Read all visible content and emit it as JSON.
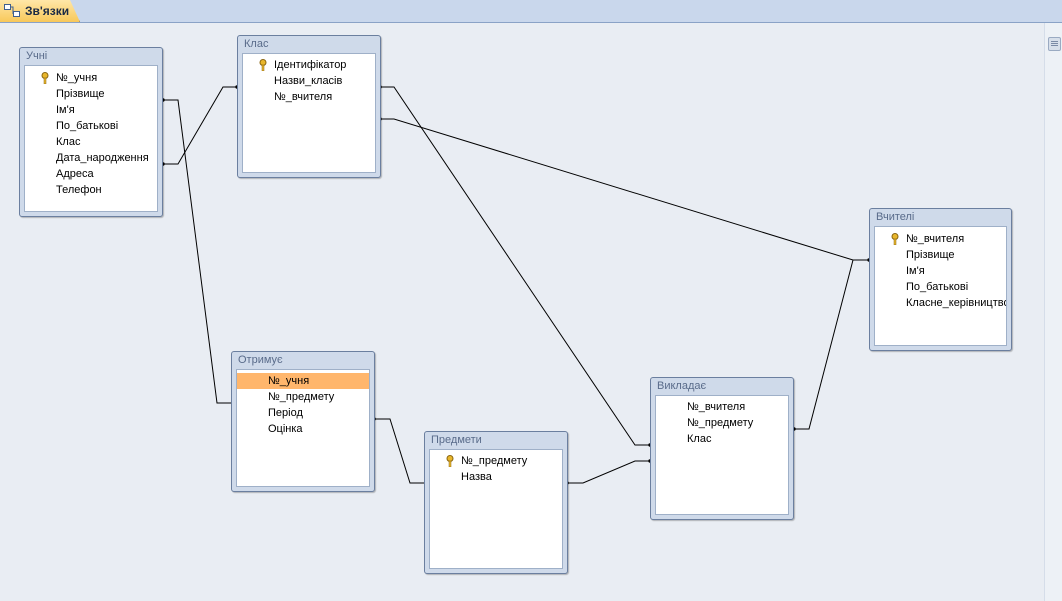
{
  "tab": {
    "label": "Зв'язки",
    "icon": "relationships-icon"
  },
  "tables": {
    "uchni": {
      "title": "Учні",
      "fields": [
        {
          "label": "№_учня",
          "key": true
        },
        {
          "label": "Прізвище"
        },
        {
          "label": "Ім'я"
        },
        {
          "label": "По_батькові"
        },
        {
          "label": "Клас"
        },
        {
          "label": "Дата_народження"
        },
        {
          "label": "Адреса"
        },
        {
          "label": "Телефон"
        }
      ]
    },
    "klas": {
      "title": "Клас",
      "fields": [
        {
          "label": "Ідентифікатор",
          "key": true
        },
        {
          "label": "Назви_класів"
        },
        {
          "label": "№_вчителя"
        }
      ]
    },
    "vchyteli": {
      "title": "Вчителі",
      "fields": [
        {
          "label": "№_вчителя",
          "key": true
        },
        {
          "label": "Прізвище"
        },
        {
          "label": "Ім'я"
        },
        {
          "label": "По_батькові"
        },
        {
          "label": "Класне_керівництво"
        }
      ]
    },
    "otrymuie": {
      "title": "Отримує",
      "fields": [
        {
          "label": "№_учня",
          "selected": true
        },
        {
          "label": "№_предмету"
        },
        {
          "label": "Період"
        },
        {
          "label": "Оцінка"
        }
      ]
    },
    "predmety": {
      "title": "Предмети",
      "fields": [
        {
          "label": "№_предмету",
          "key": true
        },
        {
          "label": "Назва"
        }
      ]
    },
    "vykladaie": {
      "title": "Викладає",
      "fields": [
        {
          "label": "№_вчителя"
        },
        {
          "label": "№_предмету"
        },
        {
          "label": "Клас"
        }
      ]
    }
  },
  "colors": {
    "selection": "#ffb66c",
    "key": "#d8a21a"
  }
}
